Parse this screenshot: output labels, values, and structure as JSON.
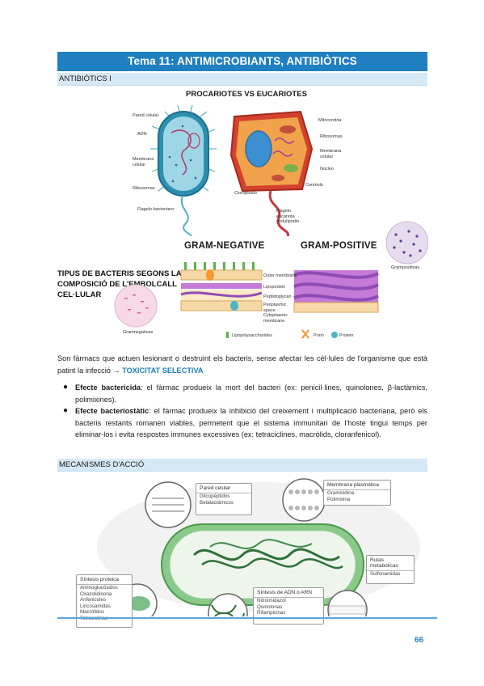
{
  "header": {
    "title": "Tema 11: ANTIMICROBIANTS, ANTIBIÒTICS",
    "section1": "ANTIBIÒTICS I",
    "section2": "MECANISMES D'ACCIÓ"
  },
  "figure1": {
    "title": "PROCARIOTES VS EUCARIOTES",
    "left_labels": [
      "Pared celular",
      "ADN",
      "Membrana celular",
      "Ribosomas",
      "Flagelo bacteriano"
    ],
    "right_labels": [
      "Mitocondria",
      "Ribosomas",
      "Membrana celular",
      "Núcleo",
      "Centriolo",
      "Cloroplasto",
      "Flagelo eucariota ondulipodio"
    ]
  },
  "figure2": {
    "gram_negative": "GRAM-NEGATIVE",
    "gram_positive": "GRAM-POSITIVE",
    "caption_line1": "TIPUS DE BACTERIS SEGONS LA",
    "caption_line2": "COMPOSICIÓ DE L'EMBOLCALL",
    "caption_line3": "CEL·LULAR",
    "layer_labels": [
      "Outer membrane",
      "Lipoprotein",
      "Peptidoglycan",
      "Periplasmic space",
      "Cytoplasmic membrane"
    ],
    "legend": [
      "Lipopolysaccharides",
      "Porin",
      "Protein"
    ],
    "micro_pos": "Grampositivas",
    "micro_neg": "Gramnegativas"
  },
  "body": {
    "intro": "Son fàrmacs que actuen lesionant o destruint els bacteris, sense afectar les cèl·lules de l'organisme que està patint la infecció",
    "arrow": " → ",
    "highlight": "TOXICITAT SELECTIVA",
    "b1_head": "Efecte bactericida",
    "b1_text": ": el fàrmac produeix la mort del bacteri (ex: penicil·lines, quinolones, β-lactàmics, polimixines).",
    "b2_head": "Efecte bacteriostàtic",
    "b2_text": ": el fàrmac produeix la inhibició del creixement i multiplicació bacteriana, però els bacteris restants romanen viables, permetent que el sistema immunitari de l'hoste tingui temps per eliminar-los i evita respostes immunes excessives (ex: tetraciclines, macròlids, cloranfenicol)."
  },
  "mechanisms": {
    "pared_title": "Pared celular",
    "pared_items": [
      "Glicopéptidos",
      "Betalactámicos"
    ],
    "membrana_title": "Membrana plasmática",
    "membrana_items": [
      "Gramicidina",
      "Polimixina"
    ],
    "rutas_title": "Rutas metabólicas",
    "rutas_items": [
      "Sulfonamidas"
    ],
    "sintesis_prot_title": "Síntesis proteica",
    "sintesis_prot_items": [
      "Aminoglucósidos",
      "Oxazolidinona",
      "Anfenicoles",
      "Lincosamidas",
      "Macrólidos",
      "Tetraciclinas"
    ],
    "sintesis_adn_title": "Síntesis de ADN o ARN",
    "sintesis_adn_items": [
      "Nitroimidazol",
      "Quinolonas",
      "Rifampicinas"
    ]
  },
  "footer": {
    "page": "66"
  }
}
